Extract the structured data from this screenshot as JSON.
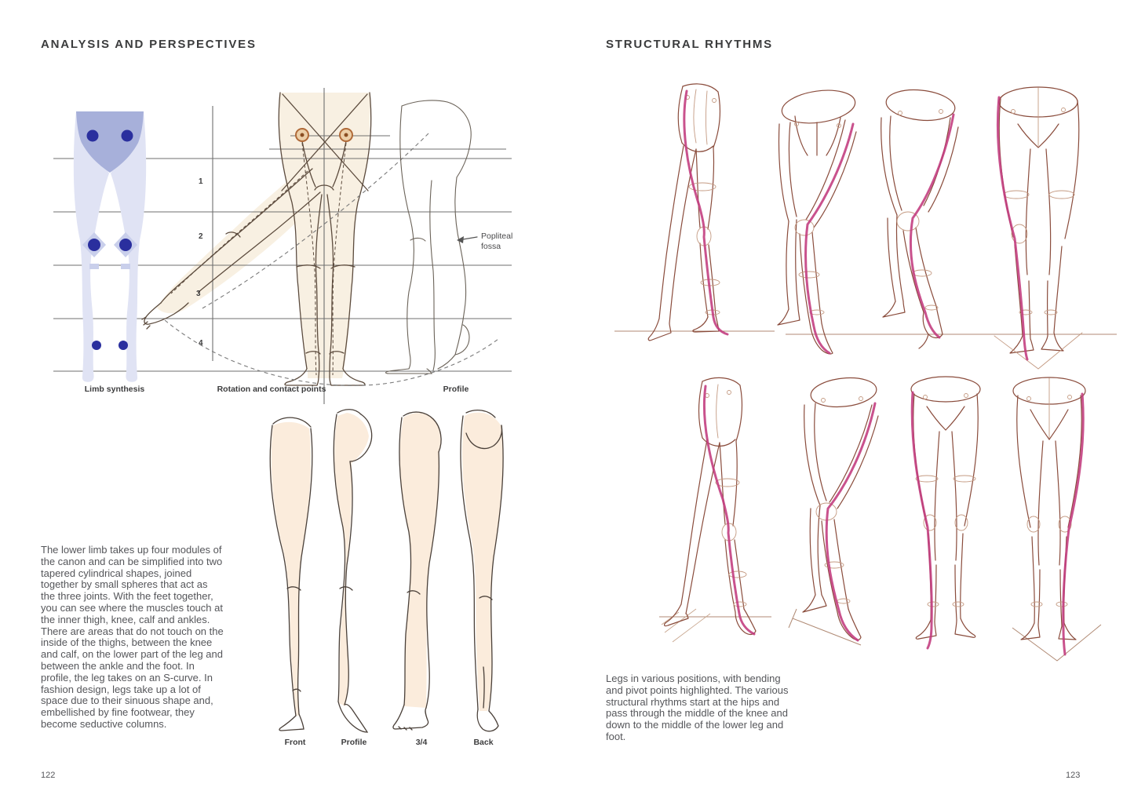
{
  "book": {
    "left_page": {
      "header": "ANALYSIS AND PERSPECTIVES",
      "page_number": "122",
      "top_figure": {
        "caption_limb": "Limb synthesis",
        "caption_rotation": "Rotation and contact points",
        "caption_profile": "Profile",
        "module_numbers": [
          "1",
          "2",
          "3",
          "4"
        ],
        "annotation_popliteal": "Popliteal fossa"
      },
      "body_text": "The lower limb takes up four modules of the canon and can be simplified into two tapered cylindrical shapes, joined together by small spheres that act as the three joints. With the feet together, you can see where the muscles touch at the inner thigh, knee, calf and ankles. There are areas that do not touch on the inside of the thighs, between the knee and calf, on the lower part of the leg and between the ankle and the foot. In profile, the leg takes on an S-curve. In fashion design, legs take up a lot of space due to their sinuous shape and, embellished by fine footwear, they become seductive columns.",
      "bottom_figure": {
        "captions": [
          "Front",
          "Profile",
          "3/4",
          "Back"
        ]
      }
    },
    "right_page": {
      "header": "STRUCTURAL RHYTHMS",
      "page_number": "123",
      "caption_text": "Legs in various positions, with bending and pivot points highlighted. The various structural rhythms start at the hips and pass through the middle of the knee and down to the middle of the lower leg and foot."
    },
    "colors": {
      "rhythm_magenta": "#c23a7d",
      "sketch_sepia": "#8a4c3c",
      "silhouette_lavender": "#e0e3f4",
      "pelvis_periwinkle": "#a7b0da",
      "joint_blue": "#2a2f9e",
      "skin_tint": "#f8f0e2",
      "hip_marker_orange": "#b06a38"
    }
  }
}
